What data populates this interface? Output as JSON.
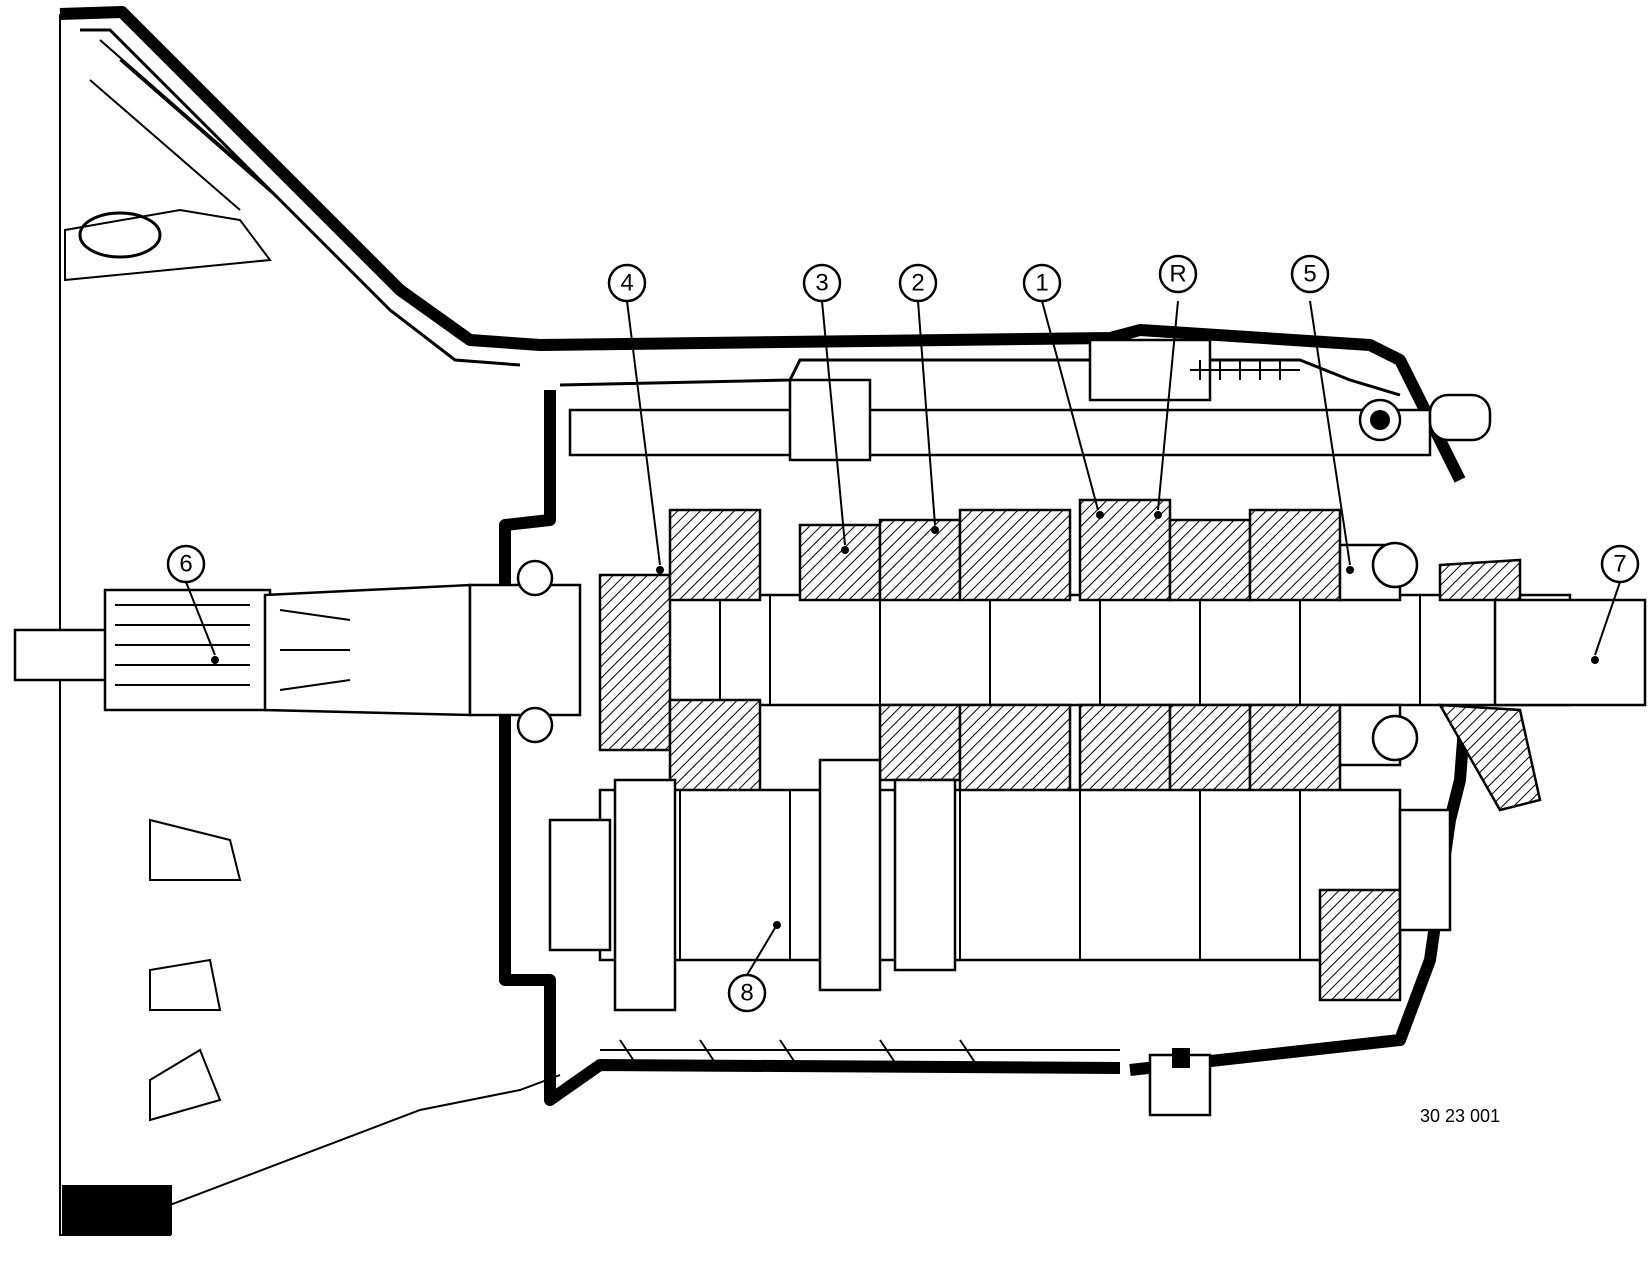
{
  "figure_reference": "30 23 001",
  "callouts": [
    {
      "id": "callout-6",
      "label": "6"
    },
    {
      "id": "callout-4",
      "label": "4"
    },
    {
      "id": "callout-3",
      "label": "3"
    },
    {
      "id": "callout-2",
      "label": "2"
    },
    {
      "id": "callout-1",
      "label": "1"
    },
    {
      "id": "callout-r",
      "label": "R"
    },
    {
      "id": "callout-5",
      "label": "5"
    },
    {
      "id": "callout-7",
      "label": "7"
    },
    {
      "id": "callout-8",
      "label": "8"
    }
  ]
}
